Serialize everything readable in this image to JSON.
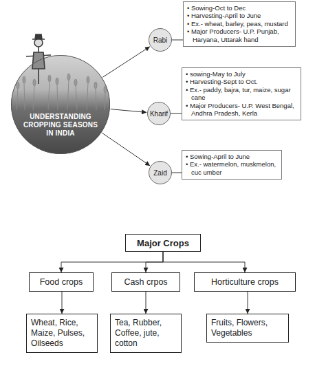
{
  "diagram": {
    "nodes": [
      {
        "text": [
          "UNDERSTANDING CROPPING SEASONS IN INDIA"
        ]
      },
      {
        "text": [
          "Rabi"
        ]
      },
      {
        "text": [
          "• Sowing-Oct to Dec",
          "• Harvesting-April to June",
          "• Ex.- wheat, barley, peas, mustard",
          "• Major Producers- U.P. Punjab, Haryana, Uttarak hand"
        ]
      },
      {
        "text": [
          "Kharif"
        ]
      },
      {
        "text": [
          "• sowing-May to July",
          "• Harvesting-Sept to Oct.",
          "• Ex.- paddy, bajra, tur, maize, sugar cane",
          "• Major Producers- U.P. West Bengal, Andhra Pradesh, Kerla"
        ]
      },
      {
        "text": [
          "Zaid"
        ]
      },
      {
        "text": [
          "• Sowing-April to June",
          "• Ex.- watermelon, muskmelon, cuc umber"
        ]
      },
      {
        "text": [
          "Major Crops"
        ]
      },
      {
        "text": [
          "Food crops"
        ]
      },
      {
        "text": [
          "Cash crpos"
        ]
      },
      {
        "text": [
          "Horticulture crops"
        ]
      },
      {
        "text": [
          "Wheat, Rice, Maize, Pulses, Oilseeds"
        ]
      },
      {
        "text": [
          "Tea, Rubber, Coffee, jute, cotton"
        ]
      },
      {
        "text": [
          "Fruits, Flowers, Vegetables"
        ]
      }
    ],
    "edges": [
      {
        "from": 0,
        "to": 1,
        "arrow": "to"
      },
      {
        "from": 0,
        "to": 3,
        "arrow": "to"
      },
      {
        "from": 0,
        "to": 5,
        "arrow": "to"
      },
      {
        "from": 1,
        "to": 2,
        "arrow": "none"
      },
      {
        "from": 3,
        "to": 4,
        "arrow": "none"
      },
      {
        "from": 5,
        "to": 6,
        "arrow": "none"
      },
      {
        "from": 7,
        "to": 8,
        "arrow": "to"
      },
      {
        "from": 7,
        "to": 9,
        "arrow": "to"
      },
      {
        "from": 7,
        "to": 10,
        "arrow": "to"
      },
      {
        "from": 8,
        "to": 11,
        "arrow": "to"
      },
      {
        "from": 9,
        "to": 12,
        "arrow": "to"
      },
      {
        "from": 10,
        "to": 13,
        "arrow": "to"
      }
    ]
  }
}
